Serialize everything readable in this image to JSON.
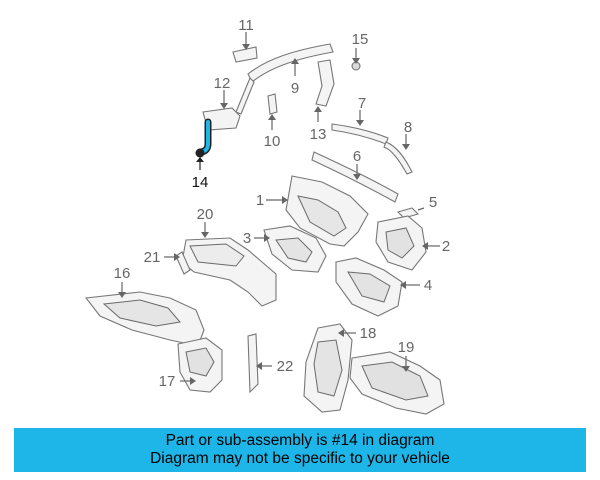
{
  "diagram": {
    "parts": [
      {
        "id": "p1",
        "label": "1"
      },
      {
        "id": "p2",
        "label": "2"
      },
      {
        "id": "p3",
        "label": "3"
      },
      {
        "id": "p4",
        "label": "4"
      },
      {
        "id": "p5",
        "label": "5"
      },
      {
        "id": "p6",
        "label": "6"
      },
      {
        "id": "p7",
        "label": "7"
      },
      {
        "id": "p8",
        "label": "8"
      },
      {
        "id": "p9",
        "label": "9"
      },
      {
        "id": "p10",
        "label": "10"
      },
      {
        "id": "p11",
        "label": "11"
      },
      {
        "id": "p12",
        "label": "12"
      },
      {
        "id": "p13",
        "label": "13"
      },
      {
        "id": "p14",
        "label": "14"
      },
      {
        "id": "p15",
        "label": "15"
      },
      {
        "id": "p16",
        "label": "16"
      },
      {
        "id": "p17",
        "label": "17"
      },
      {
        "id": "p18",
        "label": "18"
      },
      {
        "id": "p19",
        "label": "19"
      },
      {
        "id": "p20",
        "label": "20"
      },
      {
        "id": "p21",
        "label": "21"
      },
      {
        "id": "p22",
        "label": "22"
      }
    ],
    "highlight_part": "14",
    "highlight_color": "#1eb6e8"
  },
  "caption": {
    "line1": "Part or sub-assembly is #14 in diagram",
    "line2": "Diagram may not be specific to your vehicle",
    "background": "#1eb6e8"
  }
}
